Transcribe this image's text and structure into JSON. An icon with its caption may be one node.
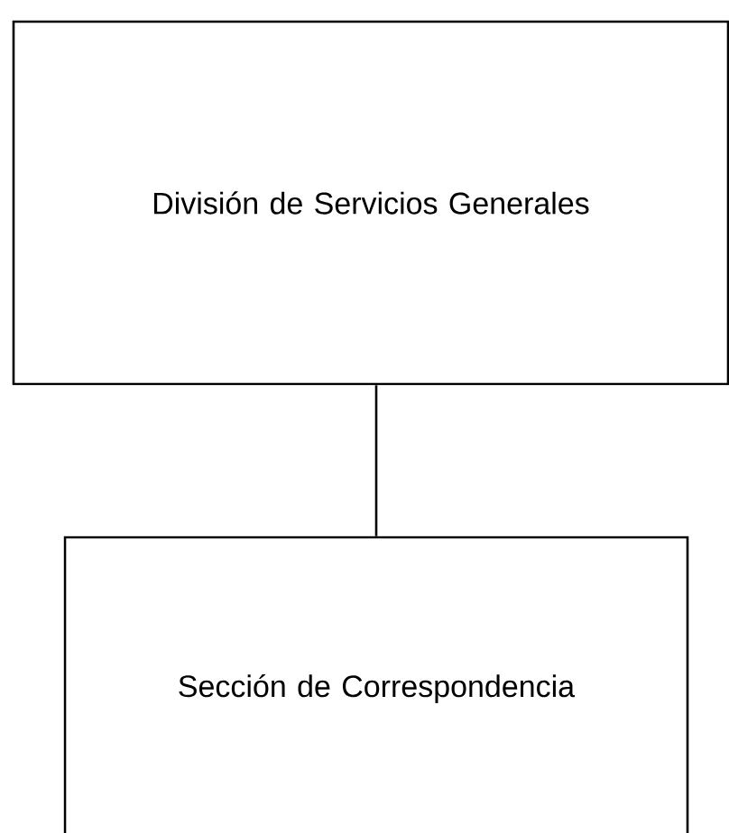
{
  "diagram": {
    "nodes": [
      {
        "text": [
          "División de Servicios Generales"
        ]
      },
      {
        "text": [
          "Sección de Correspondencia"
        ]
      }
    ],
    "edges": [
      {
        "from": 0,
        "to": 1,
        "arrow": "none"
      }
    ]
  }
}
